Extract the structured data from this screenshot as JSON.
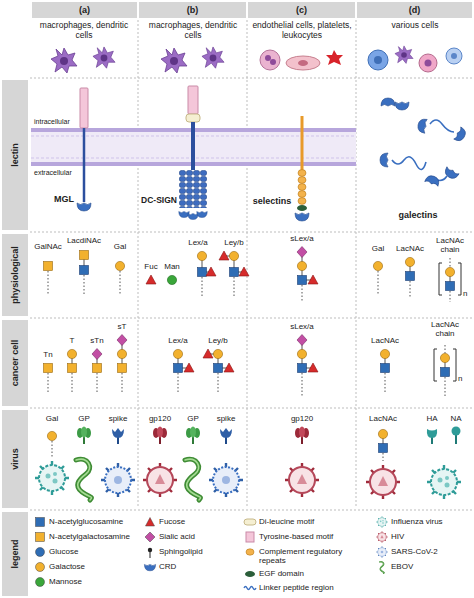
{
  "diagram": {
    "nodes": [
      {
        "text": [
          "(a)"
        ]
      },
      {
        "text": [
          "(b)"
        ]
      },
      {
        "text": [
          "(c)"
        ]
      },
      {
        "text": [
          "(d)"
        ]
      },
      {
        "text": [
          "lectin"
        ]
      },
      {
        "text": [
          "physiological"
        ]
      },
      {
        "text": [
          "cancer cell"
        ]
      },
      {
        "text": [
          "virus"
        ]
      },
      {
        "text": [
          "legend"
        ]
      }
    ],
    "labels": [
      "macrophages, dendritic cells",
      "macrophages, dendritic cells",
      "endothelial cells, platelets, leukocytes",
      "various cells",
      "intracellular",
      "extracellular",
      "MGL",
      "DC-SIGN",
      "selectins",
      "galectins",
      "GalNAc",
      "LacdiNAc",
      "Gal",
      "Fuc",
      "Man",
      "Lex/a",
      "Ley/b",
      "sLex/a",
      "Gal",
      "LacNAc",
      "LacNAc chain",
      "n",
      "Tn",
      "T",
      "sTn",
      "sT",
      "Lex/a",
      "Ley/b",
      "sLex/a",
      "LacNAc",
      "LacNAc chain",
      "n",
      "Gal",
      "GP",
      "spike",
      "gp120",
      "GP",
      "spike",
      "gp120",
      "LacNAc",
      "HA",
      "NA"
    ],
    "legend": [
      {
        "text": "N-acetylglucosamine",
        "color": "#2f6db5"
      },
      {
        "text": "N-acetylgalactosamine",
        "color": "#f2b12e"
      },
      {
        "text": "Glucose",
        "color": "#2f6db5"
      },
      {
        "text": "Galactose",
        "color": "#f2b12e"
      },
      {
        "text": "Mannose",
        "color": "#3aa63a"
      },
      {
        "text": "Fucose",
        "color": "#d62b2b"
      },
      {
        "text": "Sialic acid",
        "color": "#c24ea4"
      },
      {
        "text": "Sphingolipid"
      },
      {
        "text": "CRD"
      },
      {
        "text": "Di-leucine motif"
      },
      {
        "text": "Tyrosine-based motif"
      },
      {
        "text": "Complement regulatory repeats"
      },
      {
        "text": "EGF domain"
      },
      {
        "text": "Linker peptide region"
      },
      {
        "text": "Influenza virus"
      },
      {
        "text": "HIV"
      },
      {
        "text": "SARS-CoV-2"
      },
      {
        "text": "EBOV"
      }
    ]
  }
}
